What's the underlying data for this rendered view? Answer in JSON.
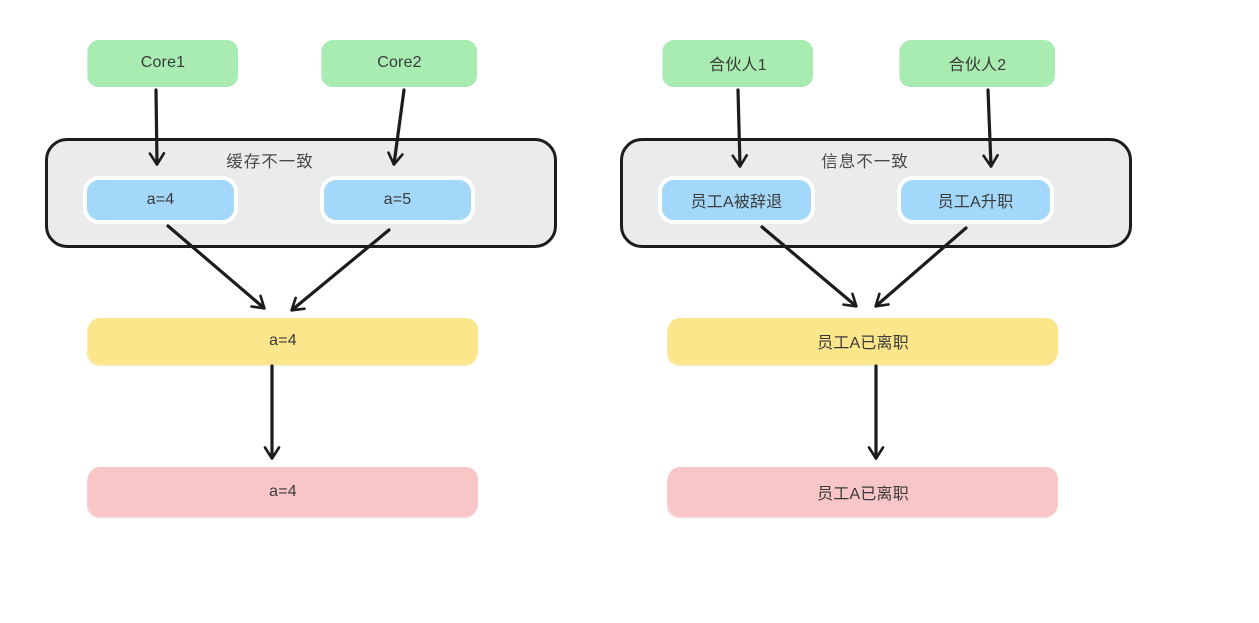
{
  "colors": {
    "background": "#ffffff",
    "green": "#a8ecb2",
    "blue": "#a3d8fa",
    "yellow": "#fbe68c",
    "pink": "#f9c6c8",
    "container_fill": "#e9ebed",
    "stroke": "#1c1c1c",
    "text": "#3a3a3a"
  },
  "diagrams": [
    {
      "title": "缓存不一致",
      "sources": [
        {
          "label": "Core1"
        },
        {
          "label": "Core2"
        }
      ],
      "inconsistent_values": [
        {
          "label": "a=4"
        },
        {
          "label": "a=5"
        }
      ],
      "merged_value": {
        "label": "a=4"
      },
      "final_value": {
        "label": "a=4"
      }
    },
    {
      "title": "信息不一致",
      "sources": [
        {
          "label": "合伙人1"
        },
        {
          "label": "合伙人2"
        }
      ],
      "inconsistent_values": [
        {
          "label": "员工A被辞退"
        },
        {
          "label": "员工A升职"
        }
      ],
      "merged_value": {
        "label": "员工A已离职"
      },
      "final_value": {
        "label": "员工A已离职"
      }
    }
  ]
}
